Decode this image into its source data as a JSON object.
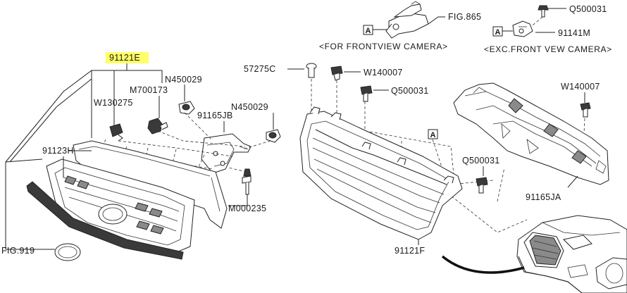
{
  "labels": {
    "part_91121E": "91121E",
    "part_W130275": "W130275",
    "part_M700173": "M700173",
    "part_N450029_a": "N450029",
    "part_91165JB": "91165JB",
    "part_N450029_b": "N450029",
    "part_M000235": "M000235",
    "part_91123H": "91123H",
    "part_FIG919": "FIG.919",
    "part_57275C": "57275C",
    "part_W140007_a": "W140007",
    "part_Q500031_a": "Q500031",
    "part_91121F": "91121F",
    "part_Q500031_b": "Q500031",
    "part_91165JA": "91165JA",
    "part_W140007_b": "W140007",
    "part_FIG865": "FIG.865",
    "part_Q500031_c": "Q500031",
    "part_91141M": "91141M",
    "note_frontview": "<FOR FRONTVIEW CAMERA>",
    "note_exc": "<EXC.FRONT VEW CAMERA>",
    "ref_A": "A"
  },
  "colors": {
    "highlight": "#ffff66",
    "line": "#222222"
  }
}
